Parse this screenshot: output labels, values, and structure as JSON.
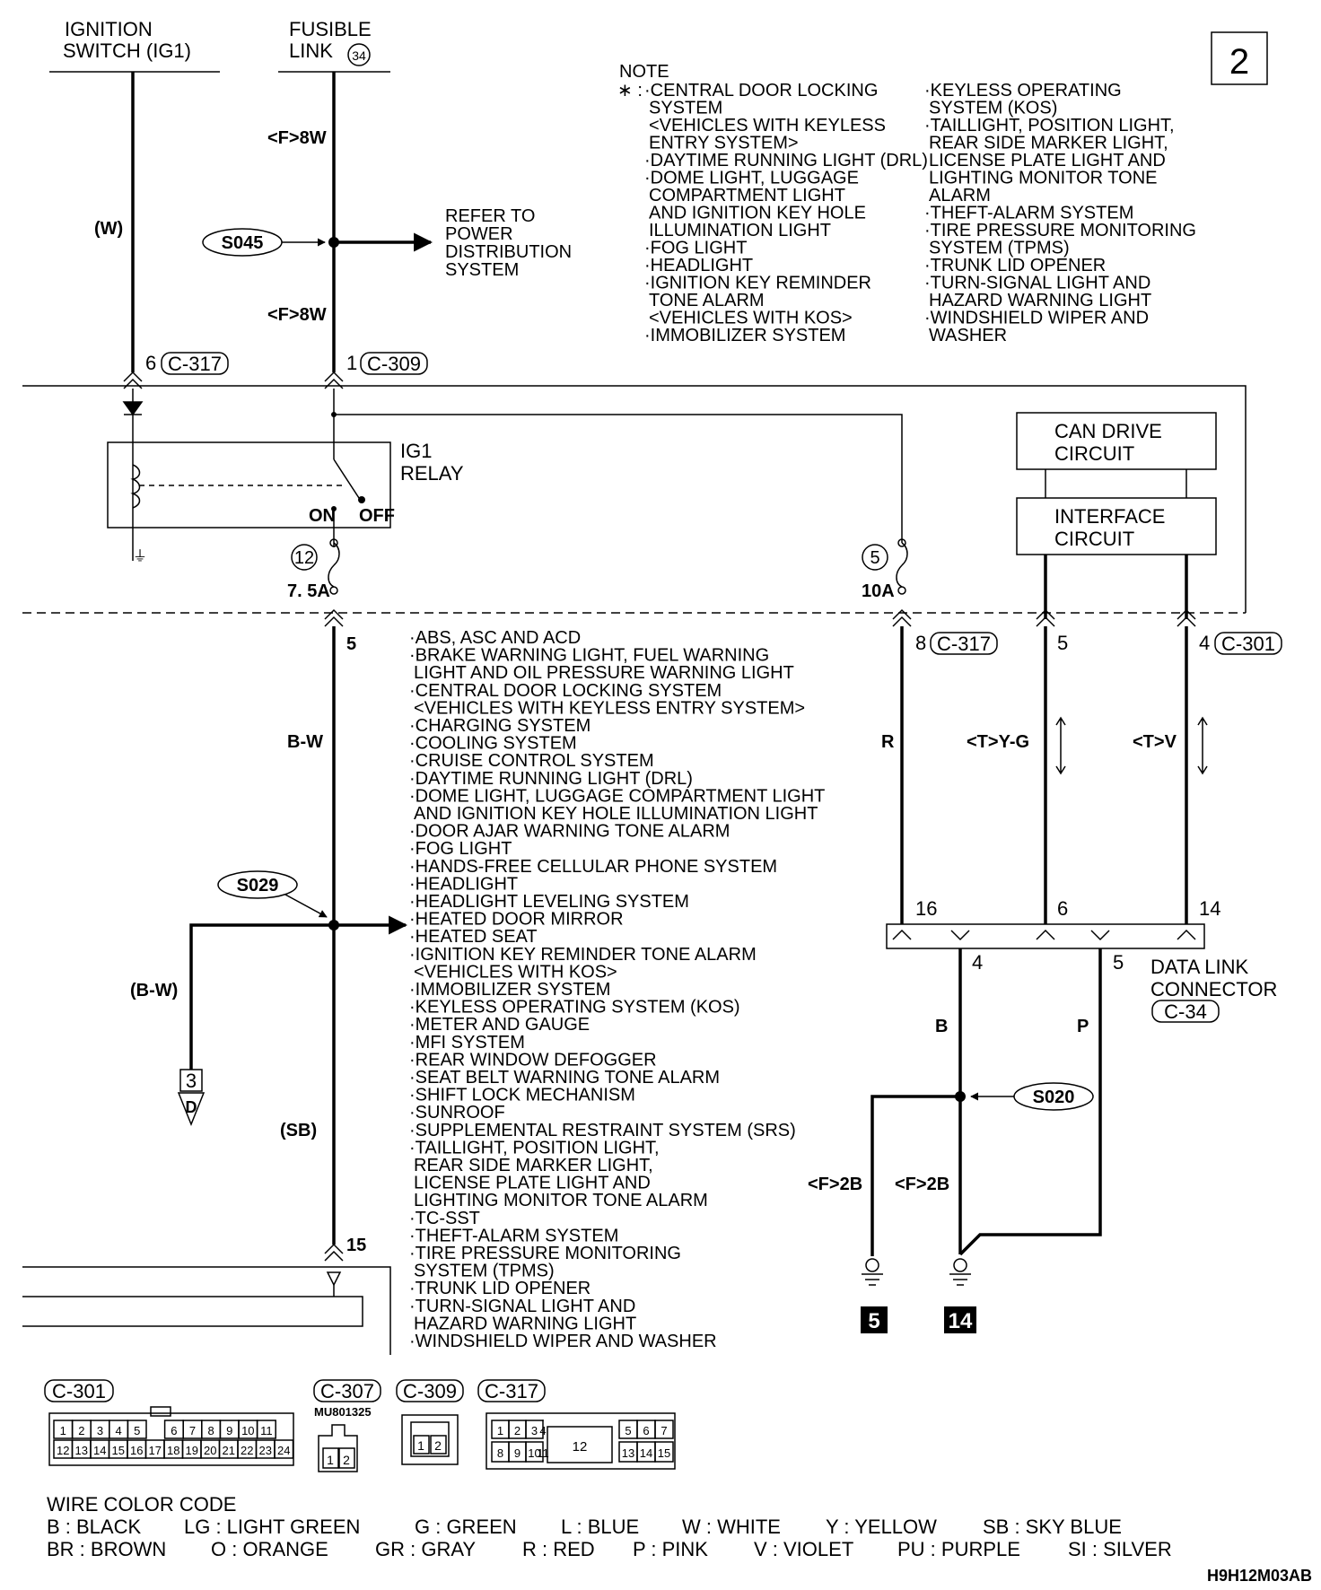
{
  "page_number": "2",
  "drawing_id": "H9H12M03AB",
  "inputs": {
    "ignition_switch": [
      "IGNITION",
      "SWITCH (IG1)"
    ],
    "fusible_link": [
      "FUSIBLE",
      "LINK"
    ],
    "fusible_link_number": "34",
    "wire_8w_top": "<F>8W",
    "wire_8w_bottom": "<F>8W",
    "wire_w": "(W)",
    "splice_s045": "S045",
    "refer_to": [
      "REFER TO",
      "POWER",
      "DISTRIBUTION",
      "SYSTEM"
    ]
  },
  "note": {
    "title": "NOTE",
    "star": "∗ :",
    "left_col": [
      "·CENTRAL DOOR LOCKING",
      "SYSTEM",
      "<VEHICLES WITH KEYLESS",
      "ENTRY SYSTEM>",
      "·DAYTIME RUNNING LIGHT (DRL)",
      "·DOME LIGHT, LUGGAGE",
      "COMPARTMENT LIGHT",
      "AND IGNITION KEY HOLE",
      "ILLUMINATION LIGHT",
      "·FOG LIGHT",
      "·HEADLIGHT",
      "·IGNITION KEY REMINDER",
      "TONE ALARM",
      "<VEHICLES WITH KOS>",
      "·IMMOBILIZER SYSTEM"
    ],
    "right_col": [
      "·KEYLESS OPERATING",
      "SYSTEM (KOS)",
      "·TAILLIGHT, POSITION LIGHT,",
      "REAR SIDE MARKER LIGHT,",
      "LICENSE PLATE LIGHT AND",
      "LIGHTING MONITOR TONE",
      "ALARM",
      "·THEFT-ALARM SYSTEM",
      "·TIRE PRESSURE MONITORING",
      "SYSTEM (TPMS)",
      "·TRUNK LID OPENER",
      "·TURN-SIGNAL LIGHT AND",
      "HAZARD WARNING LIGHT",
      "·WINDSHIELD WIPER AND",
      "WASHER"
    ]
  },
  "connectors_top": {
    "c317_pin": "6",
    "c317": "C-317",
    "c309_pin": "1",
    "c309": "C-309"
  },
  "relay": {
    "name": [
      "IG1",
      "RELAY"
    ],
    "on": "ON",
    "off": "OFF"
  },
  "fuses": {
    "f12_num": "12",
    "f12_rating": "7. 5A",
    "f5_num": "5",
    "f5_rating": "10A"
  },
  "can": {
    "drive": [
      "CAN DRIVE",
      "CIRCUIT"
    ],
    "interface": [
      "INTERFACE",
      "CIRCUIT"
    ]
  },
  "lower_pins": {
    "main_pin": "5",
    "c317b_pin": "8",
    "c317b": "C-317",
    "can_pin_a": "5",
    "c301_pin": "4",
    "c301": "C-301",
    "bottom_pin": "15"
  },
  "wires": {
    "bw": "B-W",
    "sb": "(SB)",
    "r": "R",
    "yg": "<T>Y-G",
    "v": "<T>V",
    "bw_branch": "(B-W)",
    "b": "B",
    "p": "P",
    "f2b_left": "<F>2B",
    "f2b_right": "<F>2B"
  },
  "splices": {
    "s029": "S029",
    "s020": "S020"
  },
  "branch_ref": {
    "num": "3",
    "letter": "D"
  },
  "systems": [
    "·ABS, ASC AND ACD",
    "·BRAKE WARNING LIGHT, FUEL WARNING",
    "LIGHT AND OIL PRESSURE WARNING LIGHT",
    "·CENTRAL DOOR LOCKING SYSTEM",
    "<VEHICLES WITH KEYLESS ENTRY SYSTEM>",
    "·CHARGING SYSTEM",
    "·COOLING SYSTEM",
    "·CRUISE CONTROL SYSTEM",
    "·DAYTIME RUNNING LIGHT (DRL)",
    "·DOME LIGHT, LUGGAGE COMPARTMENT LIGHT",
    "AND IGNITION KEY HOLE ILLUMINATION LIGHT",
    "·DOOR AJAR WARNING TONE ALARM",
    "·FOG LIGHT",
    "·HANDS-FREE CELLULAR PHONE SYSTEM",
    "·HEADLIGHT",
    "·HEADLIGHT LEVELING SYSTEM",
    "·HEATED DOOR MIRROR",
    "·HEATED SEAT",
    "·IGNITION KEY REMINDER TONE ALARM",
    "<VEHICLES WITH KOS>",
    "·IMMOBILIZER SYSTEM",
    "·KEYLESS OPERATING SYSTEM (KOS)",
    "·METER AND GAUGE",
    "·MFI SYSTEM",
    "·REAR WINDOW DEFOGGER",
    "·SEAT BELT WARNING TONE ALARM",
    "·SHIFT LOCK MECHANISM",
    "·SUNROOF",
    "·SUPPLEMENTAL RESTRAINT SYSTEM (SRS)",
    "·TAILLIGHT, POSITION LIGHT,",
    "REAR SIDE MARKER LIGHT,",
    "LICENSE PLATE LIGHT AND",
    "LIGHTING MONITOR TONE ALARM",
    "·TC-SST",
    "·THEFT-ALARM SYSTEM",
    "·TIRE PRESSURE MONITORING",
    "SYSTEM (TPMS)",
    "·TRUNK LID OPENER",
    "·TURN-SIGNAL LIGHT AND",
    "HAZARD WARNING LIGHT",
    "·WINDSHIELD WIPER AND WASHER"
  ],
  "dlc": {
    "pin16": "16",
    "pin6": "6",
    "pin14": "14",
    "pin4": "4",
    "pin5": "5",
    "name": [
      "DATA LINK",
      "CONNECTOR"
    ],
    "id": "C-34"
  },
  "grounds": {
    "g5": "5",
    "g14": "14"
  },
  "connector_views": {
    "c301": "C-301",
    "c307": "C-307",
    "c307_part": "MU801325",
    "c309": "C-309",
    "c317": "C-317",
    "c301_top": [
      "1",
      "2",
      "3",
      "4",
      "5",
      "",
      "6",
      "7",
      "8",
      "9",
      "10",
      "11"
    ],
    "c301_bottom": [
      "12",
      "13",
      "14",
      "15",
      "16",
      "17",
      "18",
      "19",
      "20",
      "21",
      "22",
      "23",
      "24"
    ],
    "c307_pins": [
      "1",
      "2"
    ],
    "c309_pins": [
      "1",
      "2"
    ],
    "c317_top": [
      "1",
      "2",
      "3",
      "4",
      "5",
      "6",
      "7"
    ],
    "c317_bottom": [
      "8",
      "9",
      "10",
      "11",
      "13",
      "14",
      "15"
    ],
    "c317_mid": "12"
  },
  "wire_color_code": {
    "title": "WIRE COLOR CODE",
    "row1": [
      "B : BLACK",
      "LG : LIGHT GREEN",
      "G : GREEN",
      "L : BLUE",
      "W : WHITE",
      "Y : YELLOW",
      "SB : SKY BLUE"
    ],
    "row2": [
      "BR : BROWN",
      "O : ORANGE",
      "GR : GRAY",
      "R : RED",
      "P : PINK",
      "V : VIOLET",
      "PU : PURPLE",
      "SI : SILVER"
    ]
  }
}
